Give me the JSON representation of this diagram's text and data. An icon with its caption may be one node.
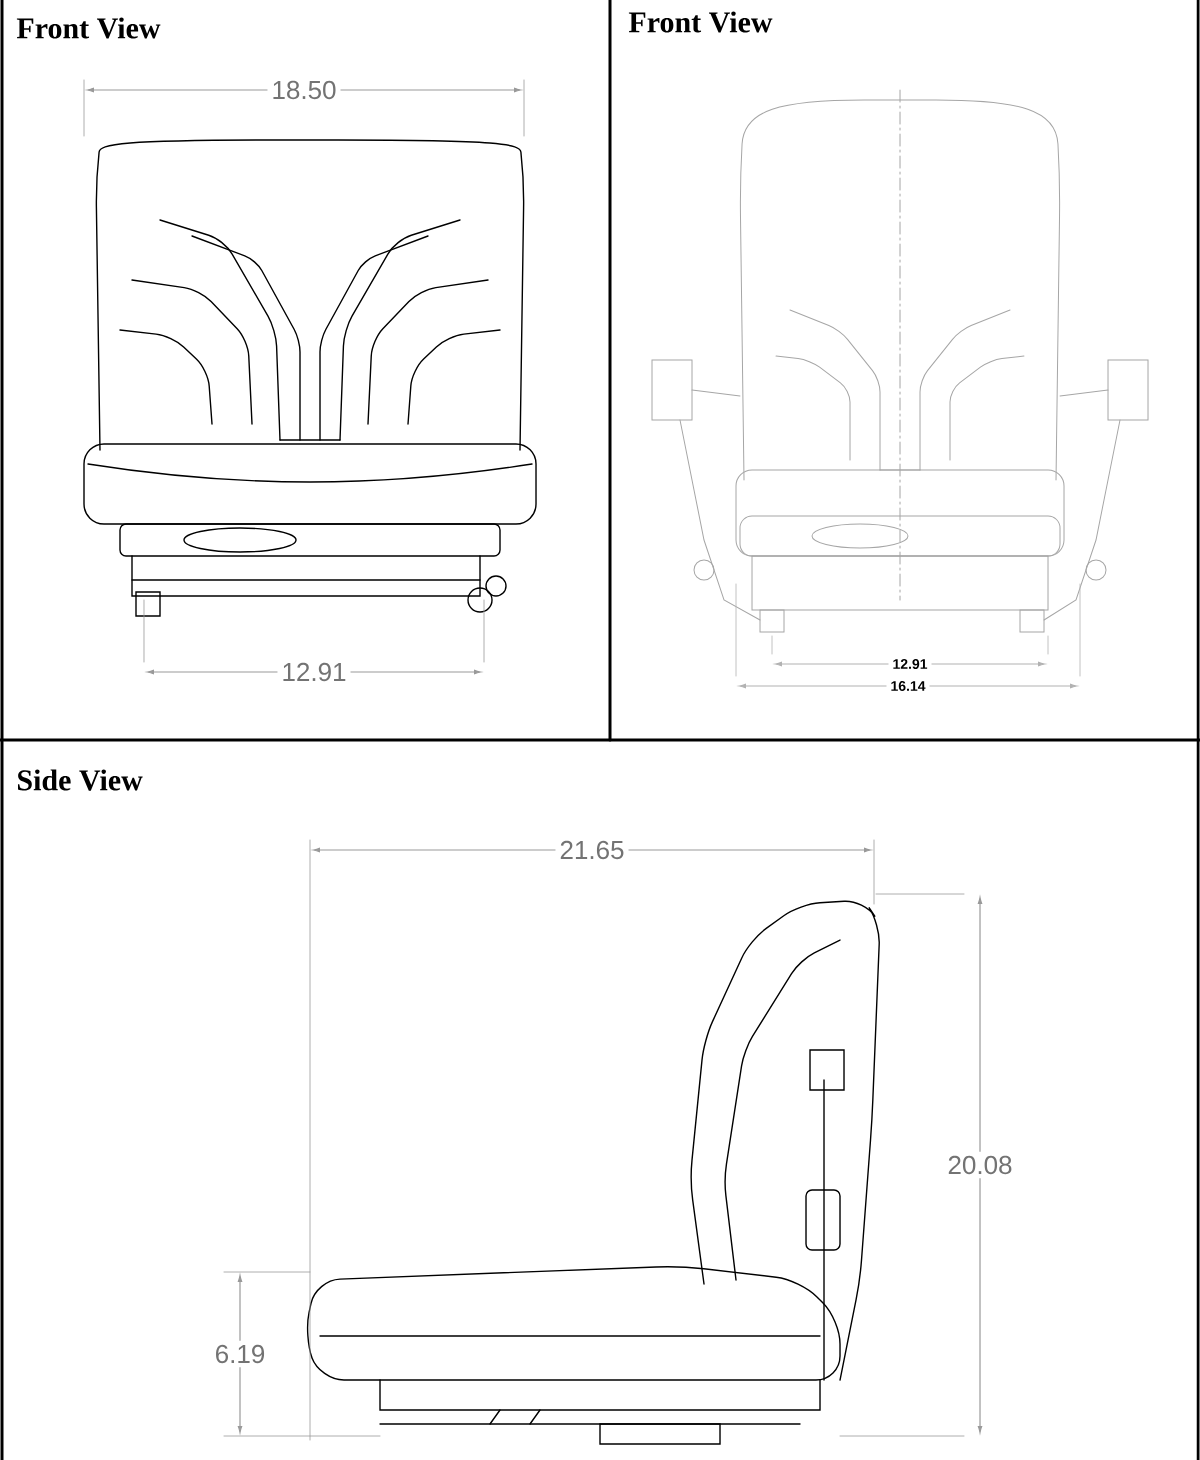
{
  "diagram": {
    "labels": [
      "Front View",
      "18.50",
      "12.91",
      "Front View",
      "12.91",
      "16.14",
      "Side View",
      "21.65",
      "20.08",
      "6.19"
    ]
  }
}
